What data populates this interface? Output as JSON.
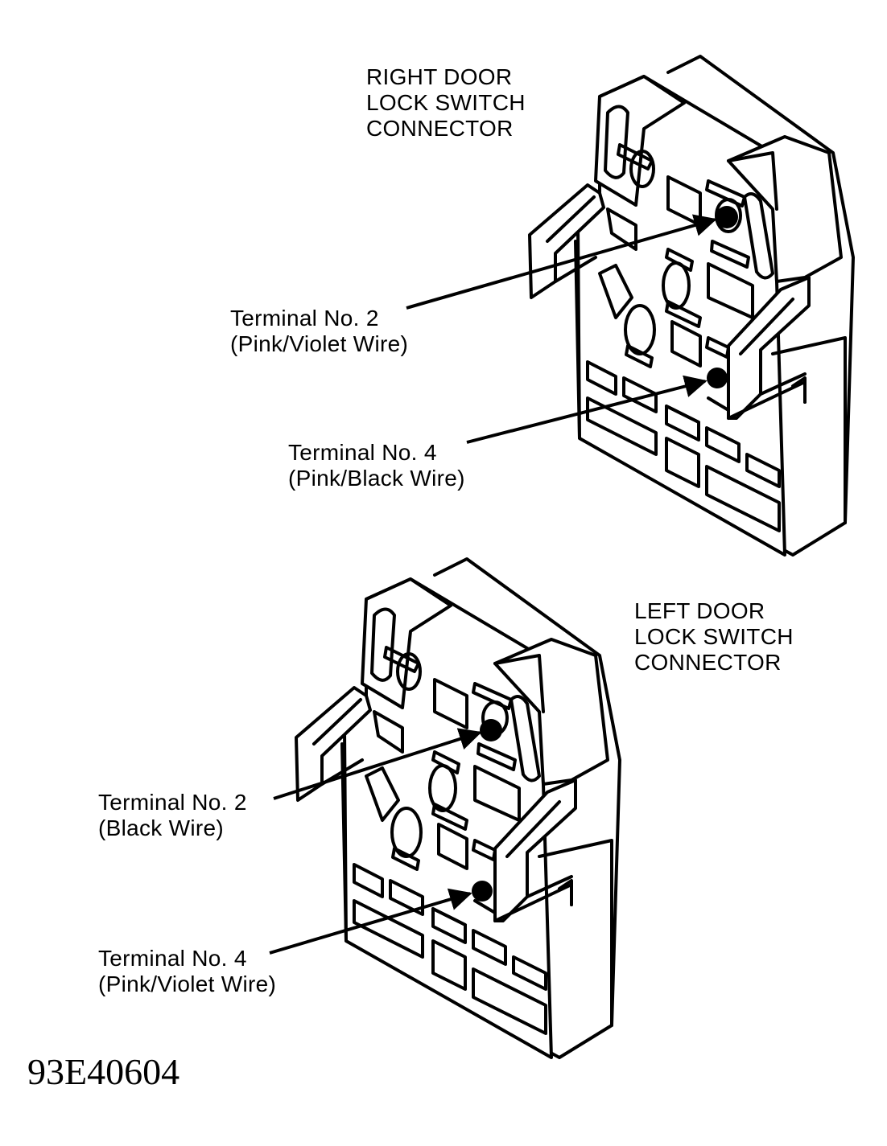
{
  "right_connector": {
    "title_lines": [
      "RIGHT DOOR",
      "LOCK SWITCH",
      "CONNECTOR"
    ],
    "terminal_2": [
      "Terminal No. 2",
      "(Pink/Violet Wire)"
    ],
    "terminal_4": [
      "Terminal No. 4",
      "(Pink/Black Wire)"
    ]
  },
  "left_connector": {
    "title_lines": [
      "LEFT DOOR",
      "LOCK SWITCH",
      "CONNECTOR"
    ],
    "terminal_2": [
      "Terminal No. 2",
      "(Black Wire)"
    ],
    "terminal_4": [
      "Terminal No. 4",
      "(Pink/Violet Wire)"
    ]
  },
  "figure_id": "93E40604"
}
